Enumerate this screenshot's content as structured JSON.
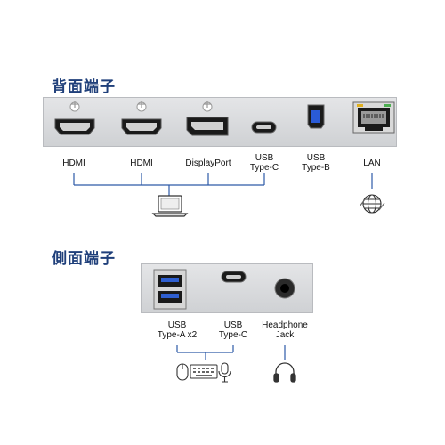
{
  "rear": {
    "heading": "背面端子",
    "ports": [
      {
        "label_line1": "HDMI",
        "label_line2": ""
      },
      {
        "label_line1": "HDMI",
        "label_line2": ""
      },
      {
        "label_line1": "DisplayPort",
        "label_line2": ""
      },
      {
        "label_line1": "USB",
        "label_line2": "Type-C"
      },
      {
        "label_line1": "USB",
        "label_line2": "Type-B"
      },
      {
        "label_line1": "LAN",
        "label_line2": ""
      }
    ]
  },
  "side": {
    "heading": "側面端子",
    "ports": [
      {
        "label_line1": "USB",
        "label_line2": "Type-A x2"
      },
      {
        "label_line1": "USB",
        "label_line2": "Type-C"
      },
      {
        "label_line1": "Headphone",
        "label_line2": "Jack"
      }
    ]
  },
  "colors": {
    "heading": "#1f3f7a",
    "usb_b_blue": "#2a5bd7",
    "usb_a_blue": "#2f5fd0",
    "line_blue": "#2d5aa8"
  },
  "icons": [
    "laptop-icon",
    "globe-network-icon",
    "mouse-icon",
    "keyboard-icon",
    "microphone-icon",
    "headphones-icon"
  ]
}
